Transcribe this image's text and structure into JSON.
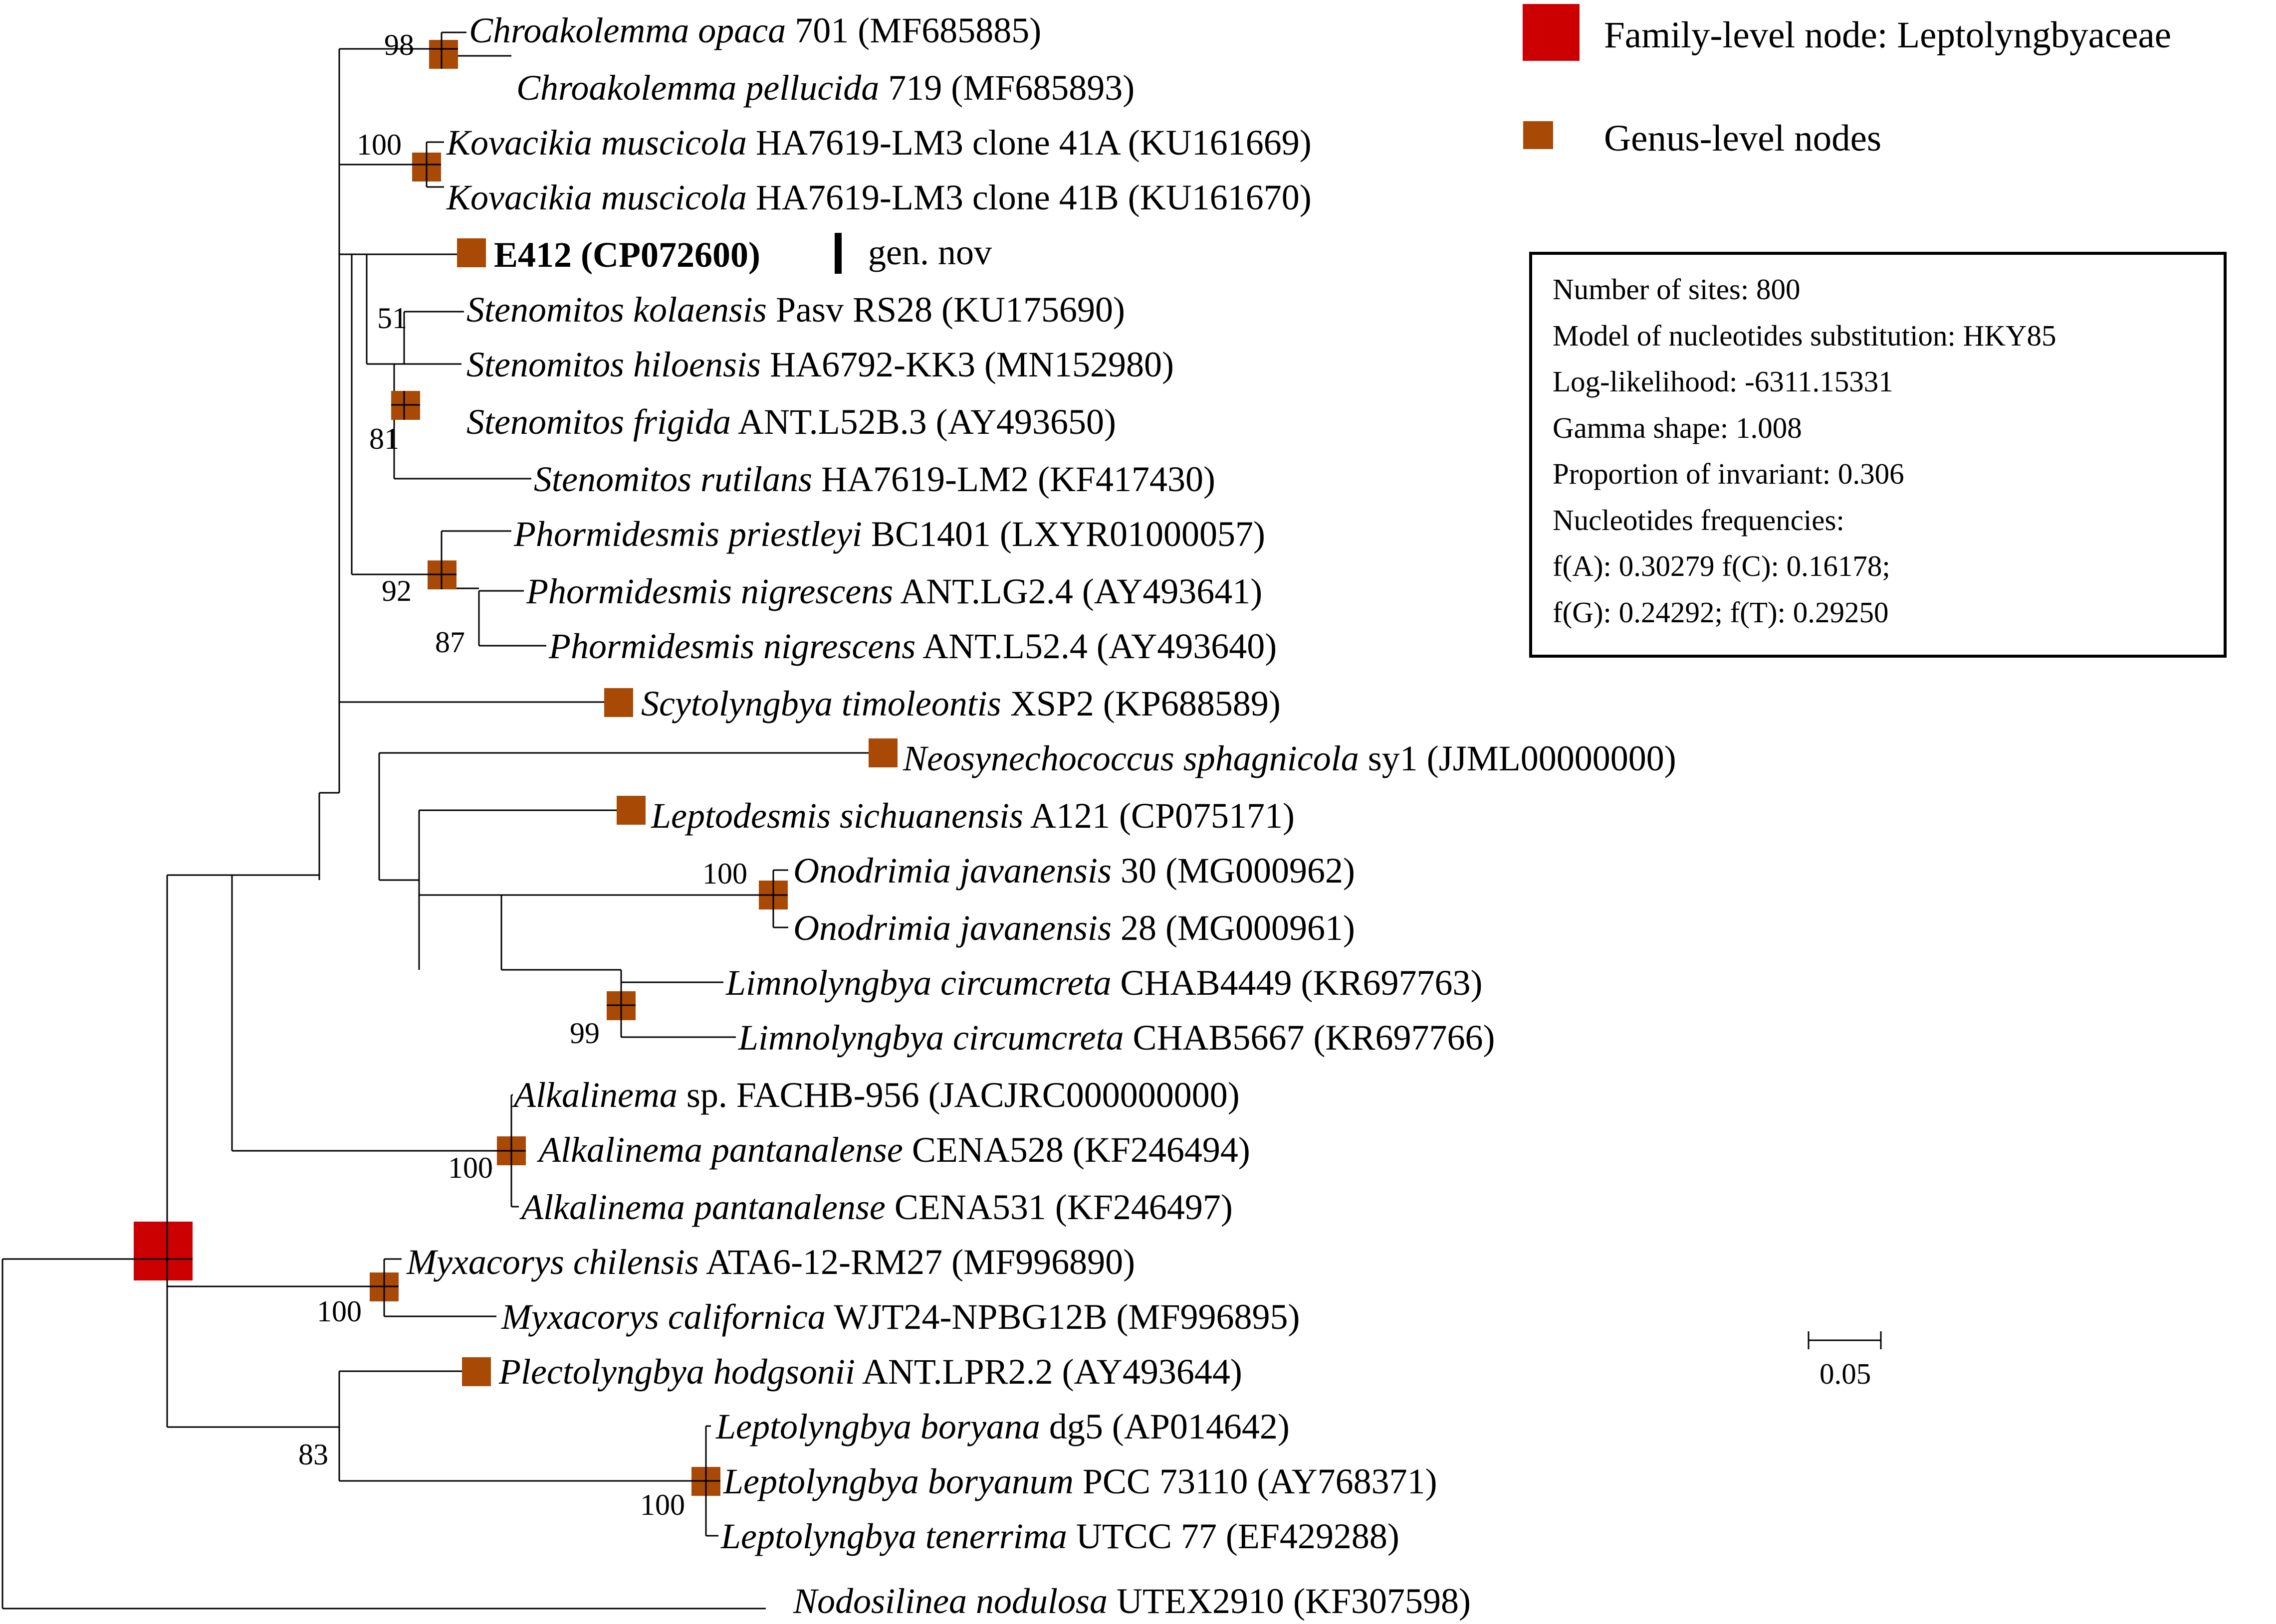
{
  "colors": {
    "family_node": "#cc0000",
    "genus_node": "#a84a06",
    "line": "#000000",
    "background": "#ffffff"
  },
  "legend": {
    "family_label": "Family-level node: Leptolyngbyaceae",
    "genus_label": "Genus-level nodes"
  },
  "info_box": {
    "lines": [
      "Number of sites: 800",
      "Model of nucleotides substitution: HKY85",
      "Log-likelihood: -6311.15331",
      "Gamma shape: 1.008",
      "Proportion of invariant: 0.306",
      "Nucleotides frequencies:",
      "f(A): 0.30279 f(C): 0.16178;",
      "f(G): 0.24292; f(T): 0.29250"
    ]
  },
  "scale_bar": {
    "label": "0.05"
  },
  "novel_mark": {
    "label": "gen. nov"
  },
  "taxa": [
    {
      "italic": "Chroakolemma opaca",
      "rest": " 701 (MF685885)"
    },
    {
      "italic": "Chroakolemma pellucida",
      "rest": " 719 (MF685893)"
    },
    {
      "italic": "Kovacikia muscicola",
      "rest": " HA7619-LM3 clone 41A (KU161669)"
    },
    {
      "italic": "Kovacikia muscicola",
      "rest": " HA7619-LM3 clone 41B (KU161670)"
    },
    {
      "bold": "E412 (CP072600)",
      "italic": "",
      "rest": ""
    },
    {
      "italic": "Stenomitos kolaensis",
      "rest": " Pasv RS28 (KU175690)"
    },
    {
      "italic": "Stenomitos hiloensis",
      "rest": " HA6792-KK3 (MN152980)"
    },
    {
      "italic": "Stenomitos frigida",
      "rest": " ANT.L52B.3 (AY493650)"
    },
    {
      "italic": "Stenomitos rutilans",
      "rest": " HA7619-LM2 (KF417430)"
    },
    {
      "italic": "Phormidesmis priestleyi",
      "rest": " BC1401 (LXYR01000057)"
    },
    {
      "italic": "Phormidesmis nigrescens",
      "rest": " ANT.LG2.4 (AY493641)"
    },
    {
      "italic": "Phormidesmis nigrescens",
      "rest": " ANT.L52.4 (AY493640)"
    },
    {
      "italic": "Scytolyngbya timoleontis",
      "rest": " XSP2 (KP688589)"
    },
    {
      "italic": "Neosynechococcus sphagnicola",
      "rest": " sy1 (JJML00000000)"
    },
    {
      "italic": "Leptodesmis sichuanensis",
      "rest": " A121 (CP075171)"
    },
    {
      "italic": "Onodrimia javanensis",
      "rest": " 30 (MG000962)"
    },
    {
      "italic": "Onodrimia javanensis",
      "rest": " 28 (MG000961)"
    },
    {
      "italic": "Limnolyngbya circumcreta",
      "rest": " CHAB4449 (KR697763)"
    },
    {
      "italic": "Limnolyngbya circumcreta",
      "rest": " CHAB5667 (KR697766)"
    },
    {
      "italic": "Alkalinema",
      "rest": " sp. FACHB-956 (JACJRC000000000)"
    },
    {
      "italic": "Alkalinema pantanalense",
      "rest": " CENA528 (KF246494)"
    },
    {
      "italic": "Alkalinema pantanalense",
      "rest": " CENA531 (KF246497)"
    },
    {
      "italic": "Myxacorys chilensis",
      "rest": " ATA6-12-RM27 (MF996890)"
    },
    {
      "italic": "Myxacorys californica",
      "rest": " WJT24-NPBG12B (MF996895)"
    },
    {
      "italic": "Plectolyngbya hodgsonii",
      "rest": " ANT.LPR2.2 (AY493644)"
    },
    {
      "italic": "Leptolyngbya boryana",
      "rest": " dg5 (AP014642)"
    },
    {
      "italic": "Leptolyngbya boryanum",
      "rest": " PCC 73110 (AY768371)"
    },
    {
      "italic": "Leptolyngbya tenerrima",
      "rest": " UTCC 77 (EF429288)"
    },
    {
      "italic": "Nodosilinea nodulosa",
      "rest": " UTEX2910 (KF307598)"
    }
  ],
  "bootstrap": [
    "98",
    "100",
    "51",
    "81",
    "92",
    "87",
    "100",
    "99",
    "100",
    "100",
    "83",
    "100"
  ]
}
